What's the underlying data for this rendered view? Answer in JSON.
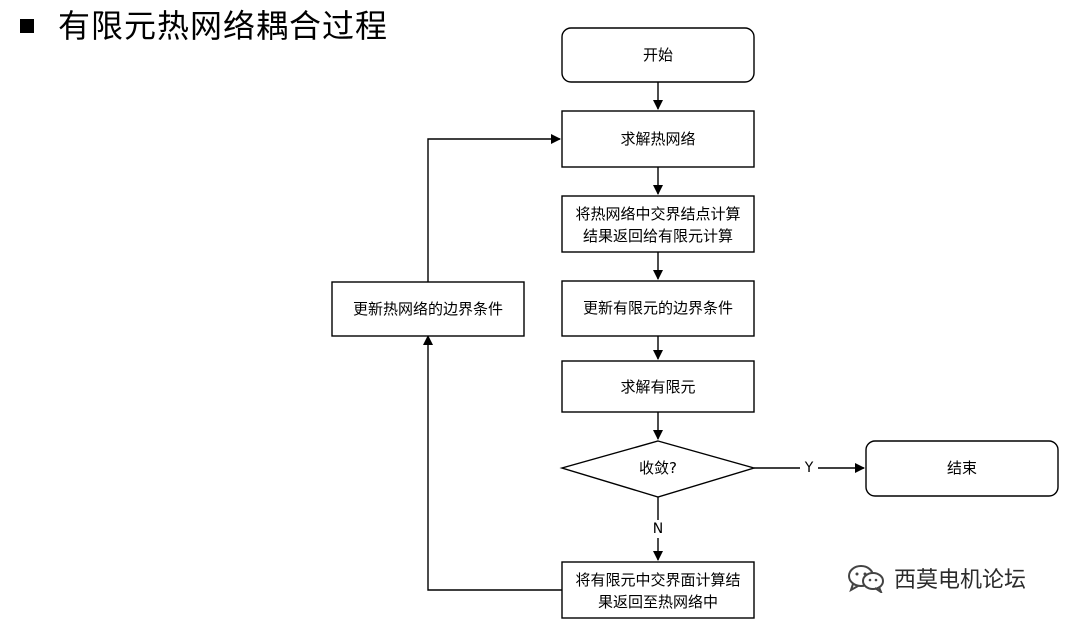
{
  "slide": {
    "title": "有限元热网络耦合过程"
  },
  "flowchart": {
    "nodes": {
      "start": "开始",
      "solve_network": "求解热网络",
      "transfer_to_fem": [
        "将热网络中交界结点计算",
        "结果返回给有限元计算"
      ],
      "update_fem_bc": "更新有限元的边界条件",
      "solve_fem": "求解有限元",
      "converged": "收敛?",
      "end": "结束",
      "transfer_to_network": [
        "将有限元中交界面计算结",
        "果返回至热网络中"
      ],
      "update_network_bc": "更新热网络的边界条件"
    },
    "edge_labels": {
      "yes": "Y",
      "no": "N"
    }
  },
  "watermark": {
    "text": "西莫电机论坛",
    "icon": "wechat-icon"
  }
}
